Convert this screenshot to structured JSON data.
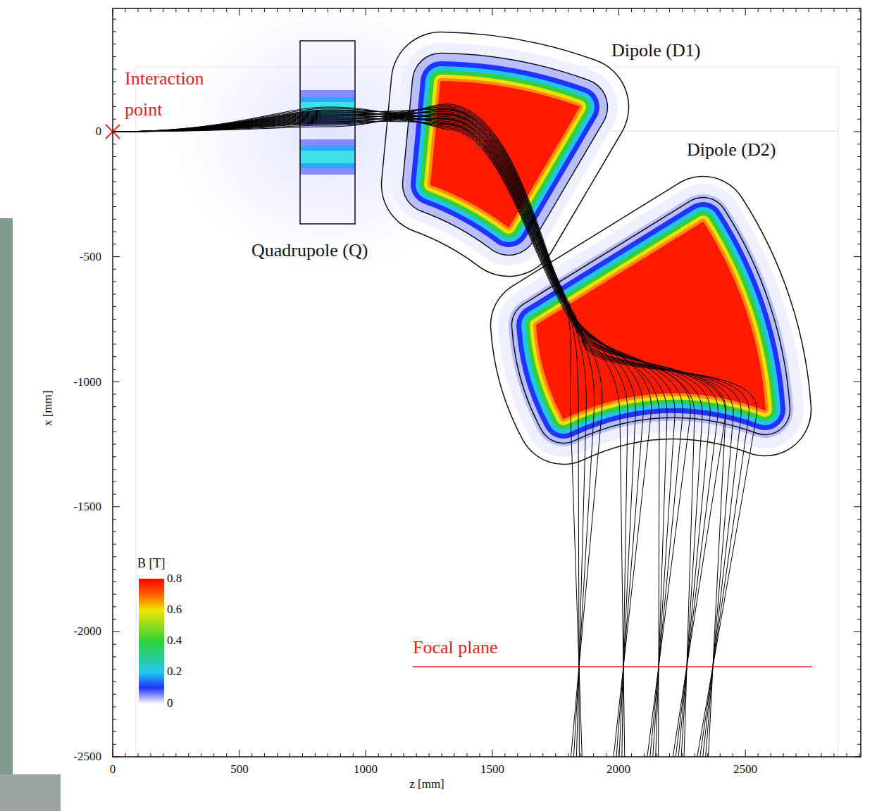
{
  "diagram": {
    "labels": [
      "Interaction point",
      "Dipole (D1)",
      "Dipole (D2)",
      "Quadrupole (Q)",
      "Focal plane",
      "B [T]",
      "0.8",
      "0.6",
      "0.4",
      "0.2",
      "0",
      "0",
      "-500",
      "-1000",
      "-1500",
      "-2000",
      "-2500",
      "0",
      "500",
      "1000",
      "1500",
      "2000",
      "2500",
      "x [mm]",
      "z [mm]"
    ]
  }
}
